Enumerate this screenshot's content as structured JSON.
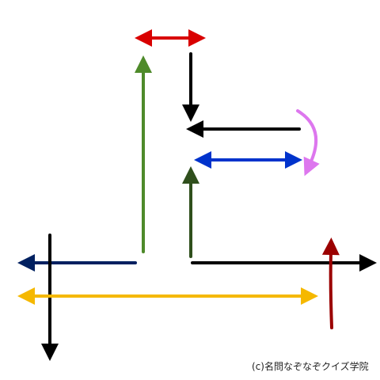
{
  "credit": "(c)名問なぞなぞクイズ学院",
  "colors": {
    "red": "#d90000",
    "green": "#4e8a2a",
    "dark_green": "#2f4f1c",
    "black": "#000000",
    "pink": "#dd77ee",
    "blue": "#0033cc",
    "navy": "#002060",
    "yellow": "#f5b800",
    "dark_red": "#9b0000"
  },
  "arrows": [
    {
      "id": "red-double-arrow",
      "color_key": "red"
    },
    {
      "id": "green-up-arrow",
      "color_key": "green"
    },
    {
      "id": "black-down-arrow",
      "color_key": "black"
    },
    {
      "id": "black-left-arrow",
      "color_key": "black"
    },
    {
      "id": "pink-curved-arrow",
      "color_key": "pink"
    },
    {
      "id": "blue-double-arrow",
      "color_key": "blue"
    },
    {
      "id": "dark-green-up-arrow",
      "color_key": "dark_green"
    },
    {
      "id": "navy-left-arrow",
      "color_key": "navy"
    },
    {
      "id": "black-long-down-arrow",
      "color_key": "black"
    },
    {
      "id": "black-right-arrow",
      "color_key": "black"
    },
    {
      "id": "yellow-double-arrow",
      "color_key": "yellow"
    },
    {
      "id": "dark-red-up-arrow",
      "color_key": "dark_red"
    }
  ]
}
